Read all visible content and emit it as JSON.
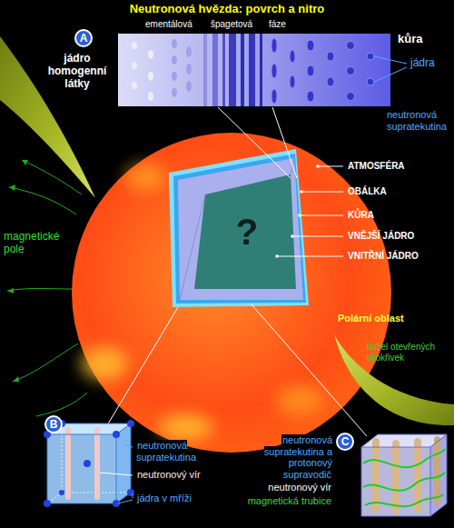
{
  "diagram": {
    "title": "Neutronová hvězda: povrch a nitro",
    "nodes": [
      {
        "text": [
          "A"
        ]
      },
      {
        "text": [
          "B"
        ]
      },
      {
        "text": [
          "C"
        ]
      }
    ],
    "labels": [
      "ementálová",
      "špagetová",
      "fáze",
      "jádro homogenní látky",
      "kůra",
      "jádra",
      "neutronová supratekutina",
      "ATMOSFÉRA",
      "OBÁLKA",
      "KŮRA",
      "VNĚJŠÍ JÁDRO",
      "VNITŘNÍ JÁDRO",
      "?",
      "magnetické pole",
      "Polární oblast",
      "kužel otevřených silokřivek",
      "neutronová supratekutina",
      "neutronový vír",
      "jádra v mříži",
      "neutronová supratekutina a protonový supravodič",
      "neutronový vír",
      "magnetická trubice"
    ]
  }
}
